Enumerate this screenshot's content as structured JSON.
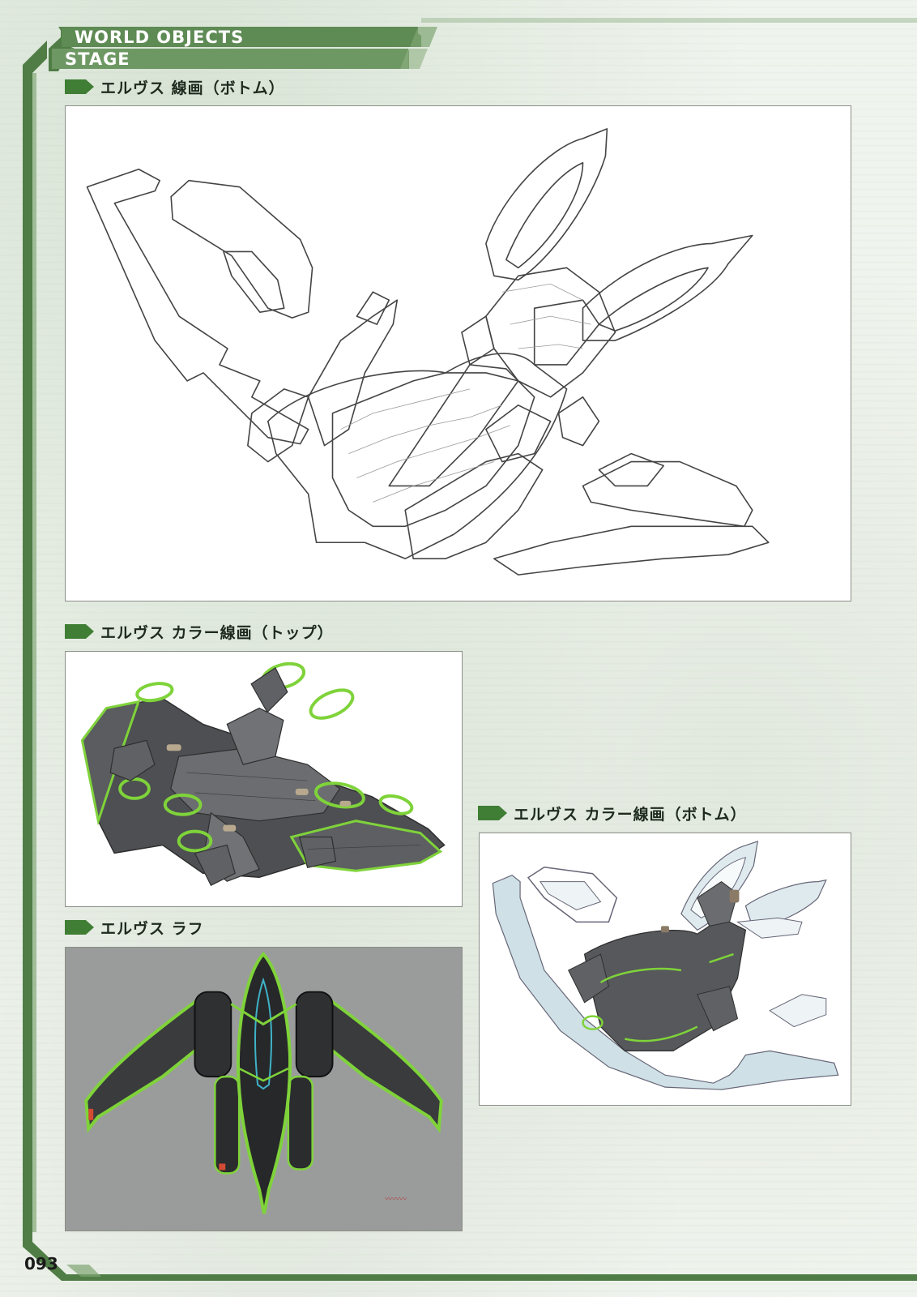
{
  "header": {
    "category": "WORLD OBJECTS",
    "subcategory": "STAGE"
  },
  "sections": [
    {
      "title": "エルヴス 線画（ボトム）"
    },
    {
      "title": "エルヴス カラー線画（トップ）"
    },
    {
      "title": "エルヴス カラー線画（ボトム）"
    },
    {
      "title": "エルヴス ラフ"
    }
  ],
  "page_number": "093",
  "colors": {
    "accent_green": "#3f7e34",
    "frame_green": "#4f7d45",
    "ship_green": "#7fd33a",
    "ship_dark": "#4a4c4e",
    "ship_pale_blue": "#cfe0e6"
  }
}
